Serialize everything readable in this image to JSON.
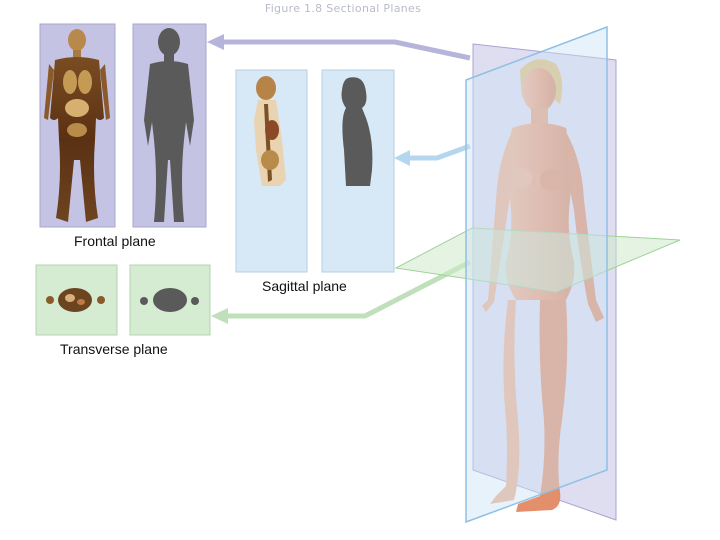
{
  "figure": {
    "title": "Figure 1.8 Sectional Planes"
  },
  "labels": {
    "frontal": "Frontal plane",
    "sagittal": "Sagittal plane",
    "transverse": "Transverse plane"
  },
  "colors": {
    "frontal_panel": "#c5c3e4",
    "sagittal_panel": "#d7e8f6",
    "transverse_panel": "#d5ecd2",
    "silhouette": "#5a5a5a",
    "skin": "#ec9f7d",
    "frontal_arrow": "#b7b4dc",
    "sagittal_arrow": "#b5d6ef",
    "transverse_arrow": "#bfe0bb"
  }
}
